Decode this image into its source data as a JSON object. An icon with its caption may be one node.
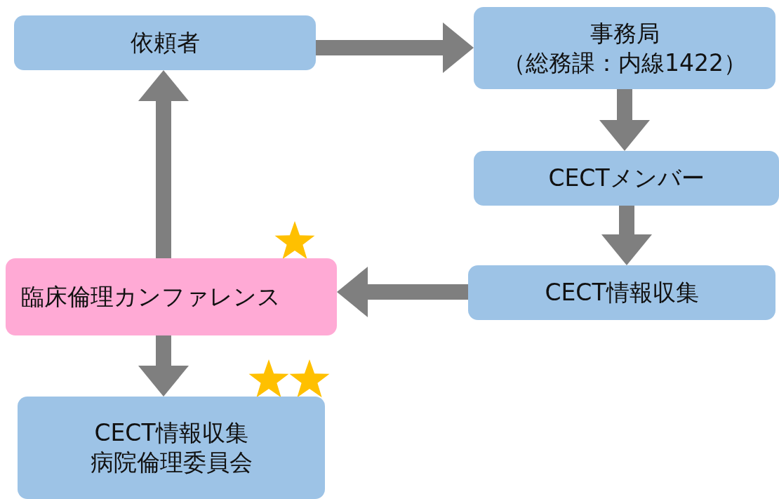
{
  "diagram": {
    "nodes": [
      {
        "text": [
          "依頼者"
        ]
      },
      {
        "text": [
          "事務局",
          "（総務課：内線1422）"
        ]
      },
      {
        "text": [
          "CECTメンバー"
        ]
      },
      {
        "text": [
          "CECT情報収集"
        ]
      },
      {
        "text": [
          "臨床倫理カンファレンス"
        ]
      },
      {
        "text": [
          "CECT情報収集",
          "病院倫理委員会"
        ]
      }
    ],
    "edges": [
      {
        "from": 0,
        "to": 1,
        "arrow": "to"
      },
      {
        "from": 1,
        "to": 2,
        "arrow": "to"
      },
      {
        "from": 2,
        "to": 3,
        "arrow": "to"
      },
      {
        "from": 3,
        "to": 4,
        "arrow": "to"
      },
      {
        "from": 4,
        "to": 0,
        "arrow": "to"
      },
      {
        "from": 4,
        "to": 5,
        "arrow": "to"
      }
    ]
  }
}
